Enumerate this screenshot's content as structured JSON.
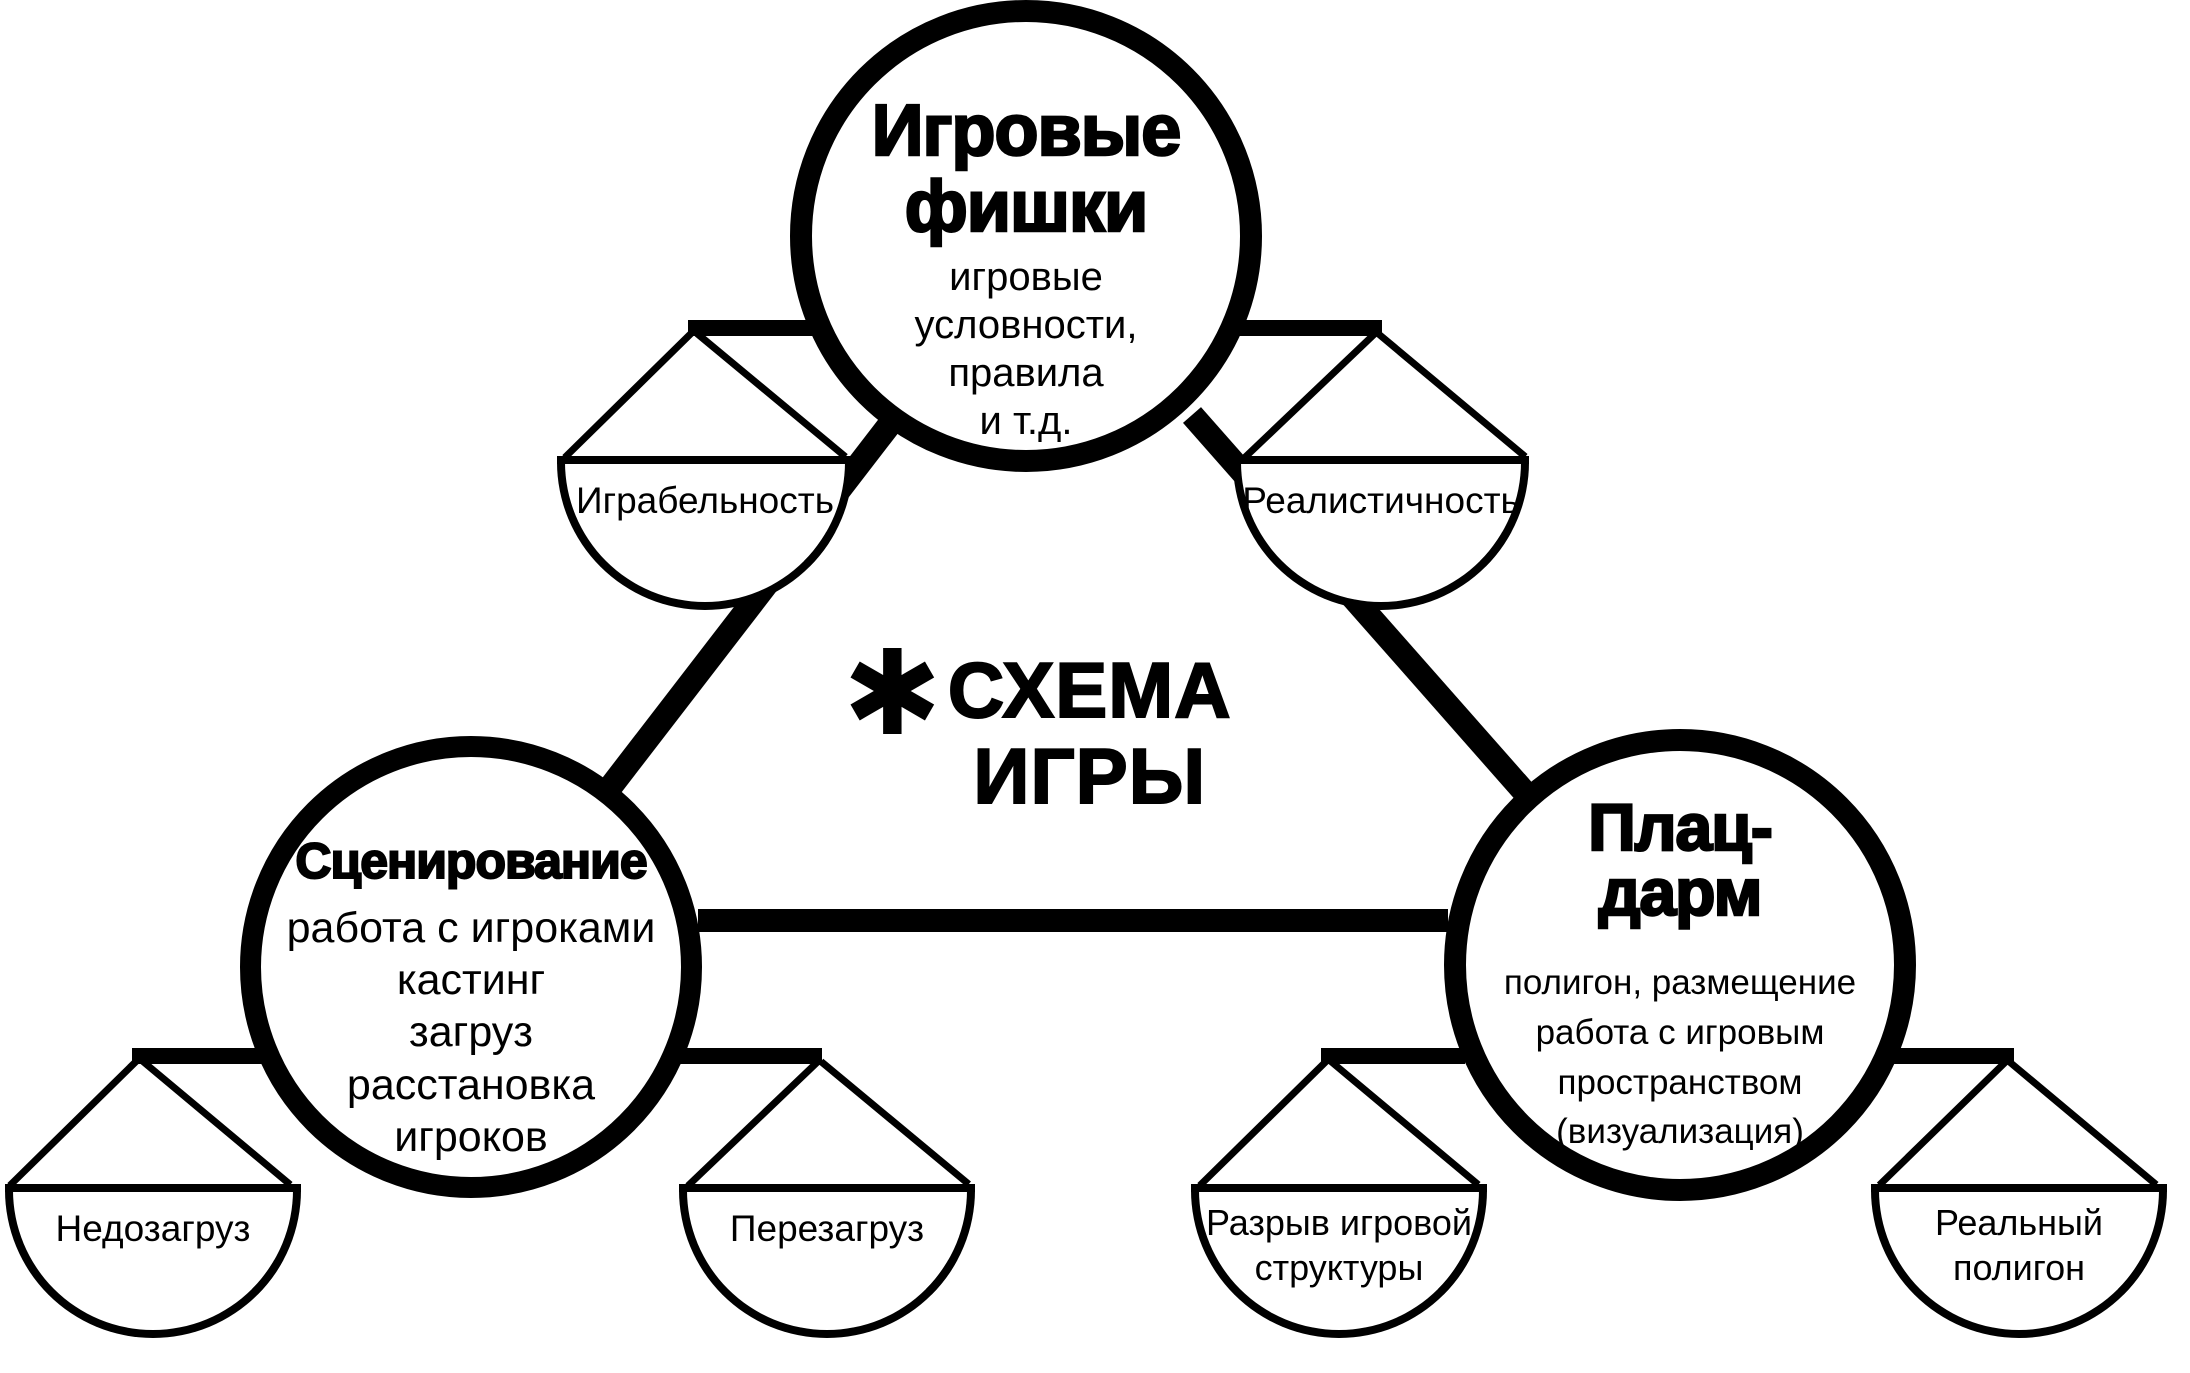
{
  "colors": {
    "ink": "#000000",
    "paper": "#ffffff"
  },
  "center": {
    "asterisk": "✱",
    "line1": "СХЕМА",
    "line2": "ИГРЫ"
  },
  "nodes": {
    "game_features": {
      "title": [
        "Игровые",
        "фишки"
      ],
      "desc": [
        "игровые",
        "условности,",
        "правила",
        "и т.д."
      ]
    },
    "scripting": {
      "title": [
        "Сценирование"
      ],
      "desc": [
        "работа с игроками",
        "кастинг",
        "загруз",
        "расстановка",
        "игроков"
      ]
    },
    "staging_area": {
      "title": [
        "Плац-",
        "дарм"
      ],
      "desc": [
        "полигон, размещение",
        "работа с игровым",
        "пространством",
        "(визуализация)"
      ]
    }
  },
  "scales": {
    "playability": {
      "label": [
        "Играбельность"
      ]
    },
    "realism": {
      "label": [
        "Реалистичность"
      ]
    },
    "underload": {
      "label": [
        "Недозагруз"
      ]
    },
    "overload": {
      "label": [
        "Перезагруз"
      ]
    },
    "structure_break": {
      "label": [
        "Разрыв игровой",
        "структуры"
      ]
    },
    "real_site": {
      "label": [
        "Реальный",
        "полигон"
      ]
    }
  }
}
